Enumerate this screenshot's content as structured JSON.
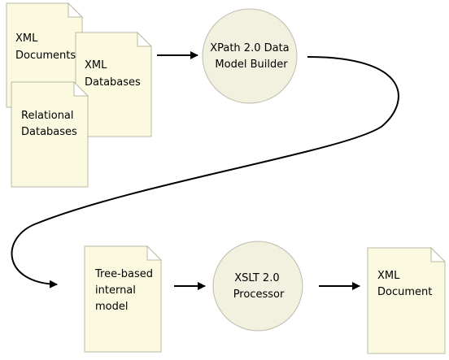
{
  "nodes": {
    "xml_documents": {
      "lines": [
        "XML",
        "Documents"
      ]
    },
    "xml_databases": {
      "lines": [
        "XML",
        "Databases"
      ]
    },
    "relational_databases": {
      "lines": [
        "Relational",
        "Databases"
      ]
    },
    "data_model_builder": {
      "lines": [
        "XPath 2.0 Data",
        "Model Builder"
      ]
    },
    "tree_model": {
      "lines": [
        "Tree-based",
        "internal",
        "model"
      ]
    },
    "xslt_processor": {
      "lines": [
        "XSLT 2.0",
        "Processor"
      ]
    },
    "xml_document_output": {
      "lines": [
        "XML",
        "Document"
      ]
    }
  },
  "colors": {
    "document_fill": "#fbfae0",
    "process_fill": "#f2f0df",
    "outline": "#b9b9a6",
    "arrow": "#000000"
  }
}
